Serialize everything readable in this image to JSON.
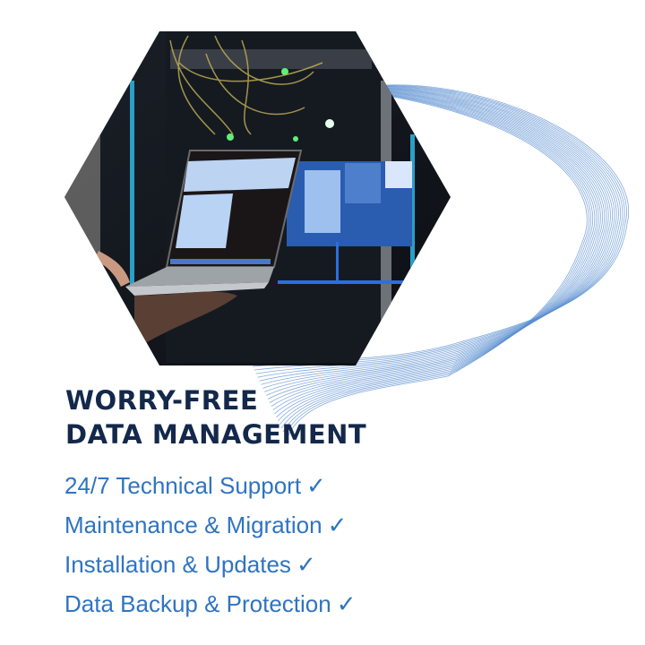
{
  "heading": {
    "line1": "WORRY-FREE",
    "line2": "DATA MANAGEMENT"
  },
  "features": [
    {
      "label": "24/7 Technical Support",
      "check": "✓"
    },
    {
      "label": "Maintenance & Migration",
      "check": "✓"
    },
    {
      "label": "Installation & Updates",
      "check": "✓"
    },
    {
      "label": "Data Backup & Protection",
      "check": "✓"
    }
  ],
  "colors": {
    "heading": "#13284a",
    "accent": "#2f74c0",
    "wave_lines": "#5b8fd0"
  },
  "image": {
    "subject": "server-room-laptop-photo",
    "shape": "hexagon"
  }
}
